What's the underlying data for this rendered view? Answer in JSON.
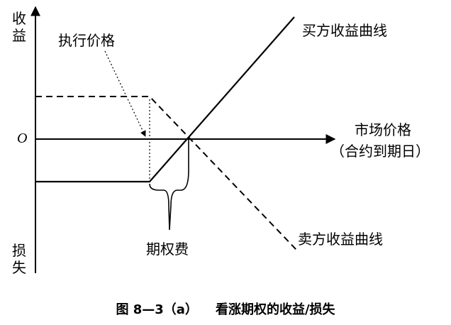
{
  "labels": {
    "y_top": "收益",
    "y_bottom": "损失",
    "origin": "O",
    "strike": "执行价格",
    "x_axis_line1": "市场价格",
    "x_axis_line2": "（合约到期日）",
    "buyer_curve": "买方收益曲线",
    "seller_curve": "卖方收益曲线",
    "premium": "期权费"
  },
  "caption": "图 8—3（a）    看涨期权的收益/损失",
  "colors": {
    "ink": "#000000",
    "background": "#ffffff"
  }
}
